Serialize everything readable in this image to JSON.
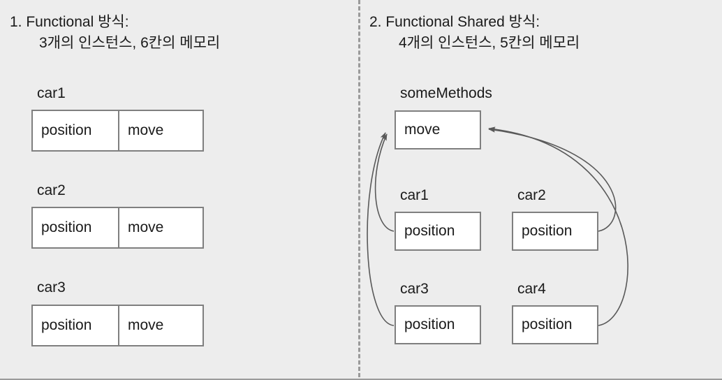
{
  "slide": {
    "background_color": "#ededed",
    "box_border_color": "#7f7f7f",
    "box_fill_color": "#ffffff",
    "arrow_color": "#595959",
    "divider_color": "#9a9a9a"
  },
  "left_panel": {
    "title_line1": "1. Functional 방식:",
    "title_line2": "3개의 인스턴스, 6칸의 메모리",
    "groups": [
      {
        "label": "car1",
        "cells": [
          "position",
          "move"
        ]
      },
      {
        "label": "car2",
        "cells": [
          "position",
          "move"
        ]
      },
      {
        "label": "car3",
        "cells": [
          "position",
          "move"
        ]
      }
    ]
  },
  "right_panel": {
    "title_line1": "2. Functional Shared 방식:",
    "title_line2": "4개의 인스턴스, 5칸의 메모리",
    "shared": {
      "label": "someMethods",
      "cells": [
        "move"
      ]
    },
    "groups": [
      {
        "label": "car1",
        "cells": [
          "position"
        ]
      },
      {
        "label": "car2",
        "cells": [
          "position"
        ]
      },
      {
        "label": "car3",
        "cells": [
          "position"
        ]
      },
      {
        "label": "car4",
        "cells": [
          "position"
        ]
      }
    ],
    "arrows": [
      {
        "from": "car1",
        "to": "someMethods.move",
        "side": "left"
      },
      {
        "from": "car3",
        "to": "someMethods.move",
        "side": "left"
      },
      {
        "from": "car2",
        "to": "someMethods.move",
        "side": "right"
      },
      {
        "from": "car4",
        "to": "someMethods.move",
        "side": "right"
      }
    ]
  }
}
